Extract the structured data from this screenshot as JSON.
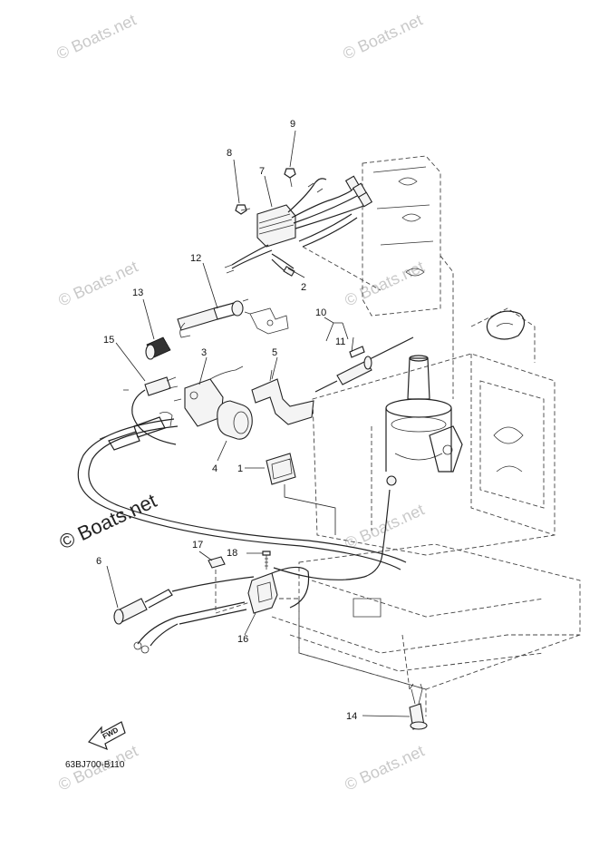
{
  "watermarks": {
    "top_left": "© Boats.net",
    "top_right": "© Boats.net",
    "mid_left": "© Boats.net",
    "mid_right": "© Boats.net",
    "center_bold": "© Boats.net",
    "lower_right": "© Boats.net",
    "bottom_left": "© Boats.net",
    "bottom_right": "© Boats.net"
  },
  "callouts": {
    "p1": "1",
    "p2": "2",
    "p3": "3",
    "p4": "4",
    "p5": "5",
    "p6": "6",
    "p7": "7",
    "p8": "8",
    "p9": "9",
    "p10": "10",
    "p11": "11",
    "p12": "12",
    "p13": "13",
    "p14": "14",
    "p15": "15",
    "p16": "16",
    "p17": "17",
    "p18": "18"
  },
  "fwd_label": "FWD",
  "drawing_code": "63BJ700-B110"
}
